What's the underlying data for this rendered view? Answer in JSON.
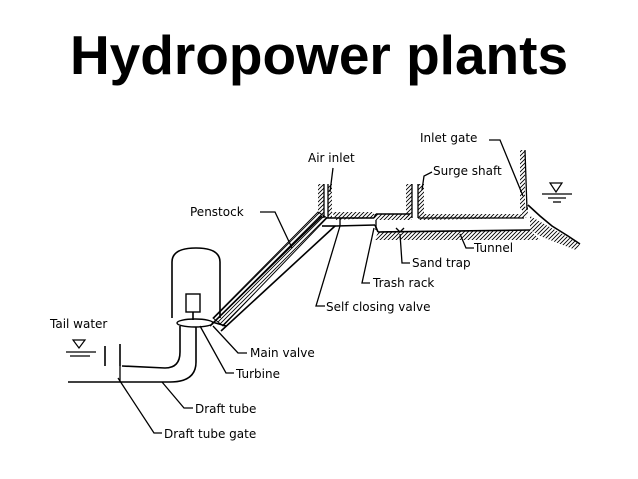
{
  "title": "Hydropower plants",
  "labels": {
    "inlet_gate": "Inlet gate",
    "air_inlet": "Air inlet",
    "surge_shaft": "Surge shaft",
    "penstock": "Penstock",
    "tunnel": "Tunnel",
    "sand_trap": "Sand trap",
    "trash_rack": "Trash rack",
    "self_closing_valve": "Self closing valve",
    "tail_water": "Tail water",
    "main_valve": "Main valve",
    "turbine": "Turbine",
    "draft_tube": "Draft tube",
    "draft_tube_gate": "Draft tube gate"
  }
}
